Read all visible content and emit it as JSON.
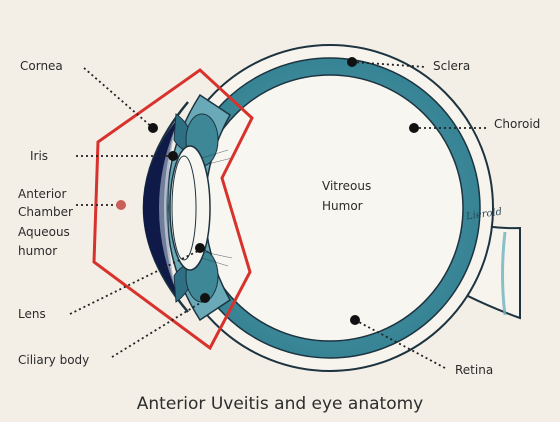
{
  "labels": {
    "cornea": "Cornea",
    "iris": "Iris",
    "anterior_chamber_1": "Anterior",
    "anterior_chamber_2": "Chamber",
    "aqueous_1": "Aqueous",
    "aqueous_2": "humor",
    "lens": "Lens",
    "ciliary_body": "Ciliary body",
    "sclera": "Sclera",
    "choroid": "Choroid",
    "vitreous_1": "Vitreous",
    "vitreous_2": "Humor",
    "retina": "Retina"
  },
  "signature": "Lierold",
  "caption": "Anterior Uveitis and eye anatomy",
  "colors": {
    "background": "#f3efe6",
    "choroid_teal": "#3f8fa0",
    "anterior_chamber": "#101a48",
    "highlight_box": "#d8322c"
  }
}
